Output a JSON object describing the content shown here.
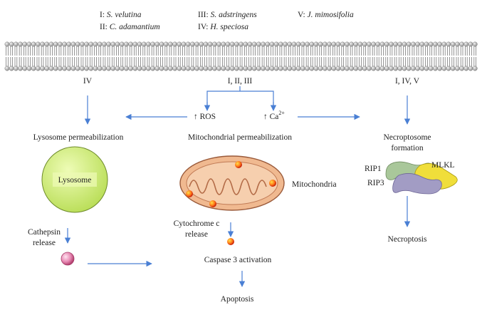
{
  "legend": {
    "items": [
      {
        "num": "I:",
        "name": "S. velutina"
      },
      {
        "num": "II:",
        "name": "C. adamantium"
      },
      {
        "num": "III:",
        "name": "S. adstringens"
      },
      {
        "num": "IV:",
        "name": "H. speciosa"
      },
      {
        "num": "V:",
        "name": "J. mimosifolia"
      }
    ]
  },
  "inputs": {
    "left": "IV",
    "middle": "I, II, III",
    "right": "I, IV, V"
  },
  "signals": {
    "ros_arrow": "↑",
    "ros": "ROS",
    "ca_arrow": "↑",
    "ca": "Ca",
    "ca_sup": "2+"
  },
  "lysosome_path": {
    "permeabilization": "Lysosome permeabilization",
    "organelle": "Lysosome",
    "cathepsin_line1": "Cathepsin",
    "cathepsin_line2": "release"
  },
  "mito_path": {
    "permeabilization": "Mitochondrial permeabilization",
    "organelle": "Mitochondria",
    "cytochrome_line1": "Cytochrome c",
    "cytochrome_line2": "release",
    "caspase": "Caspase 3 activation",
    "apoptosis": "Apoptosis"
  },
  "necro_path": {
    "formation_line1": "Necroptosome",
    "formation_line2": "formation",
    "rip1": "RIP1",
    "rip3": "RIP3",
    "mlkl": "MLKL",
    "necroptosis": "Necroptosis"
  },
  "colors": {
    "arrow": "#4a7fd4",
    "lysosome_fill": "#d4f07a",
    "mito_fill": "#f2c19e",
    "membrane_head": "#b8b8b8"
  }
}
